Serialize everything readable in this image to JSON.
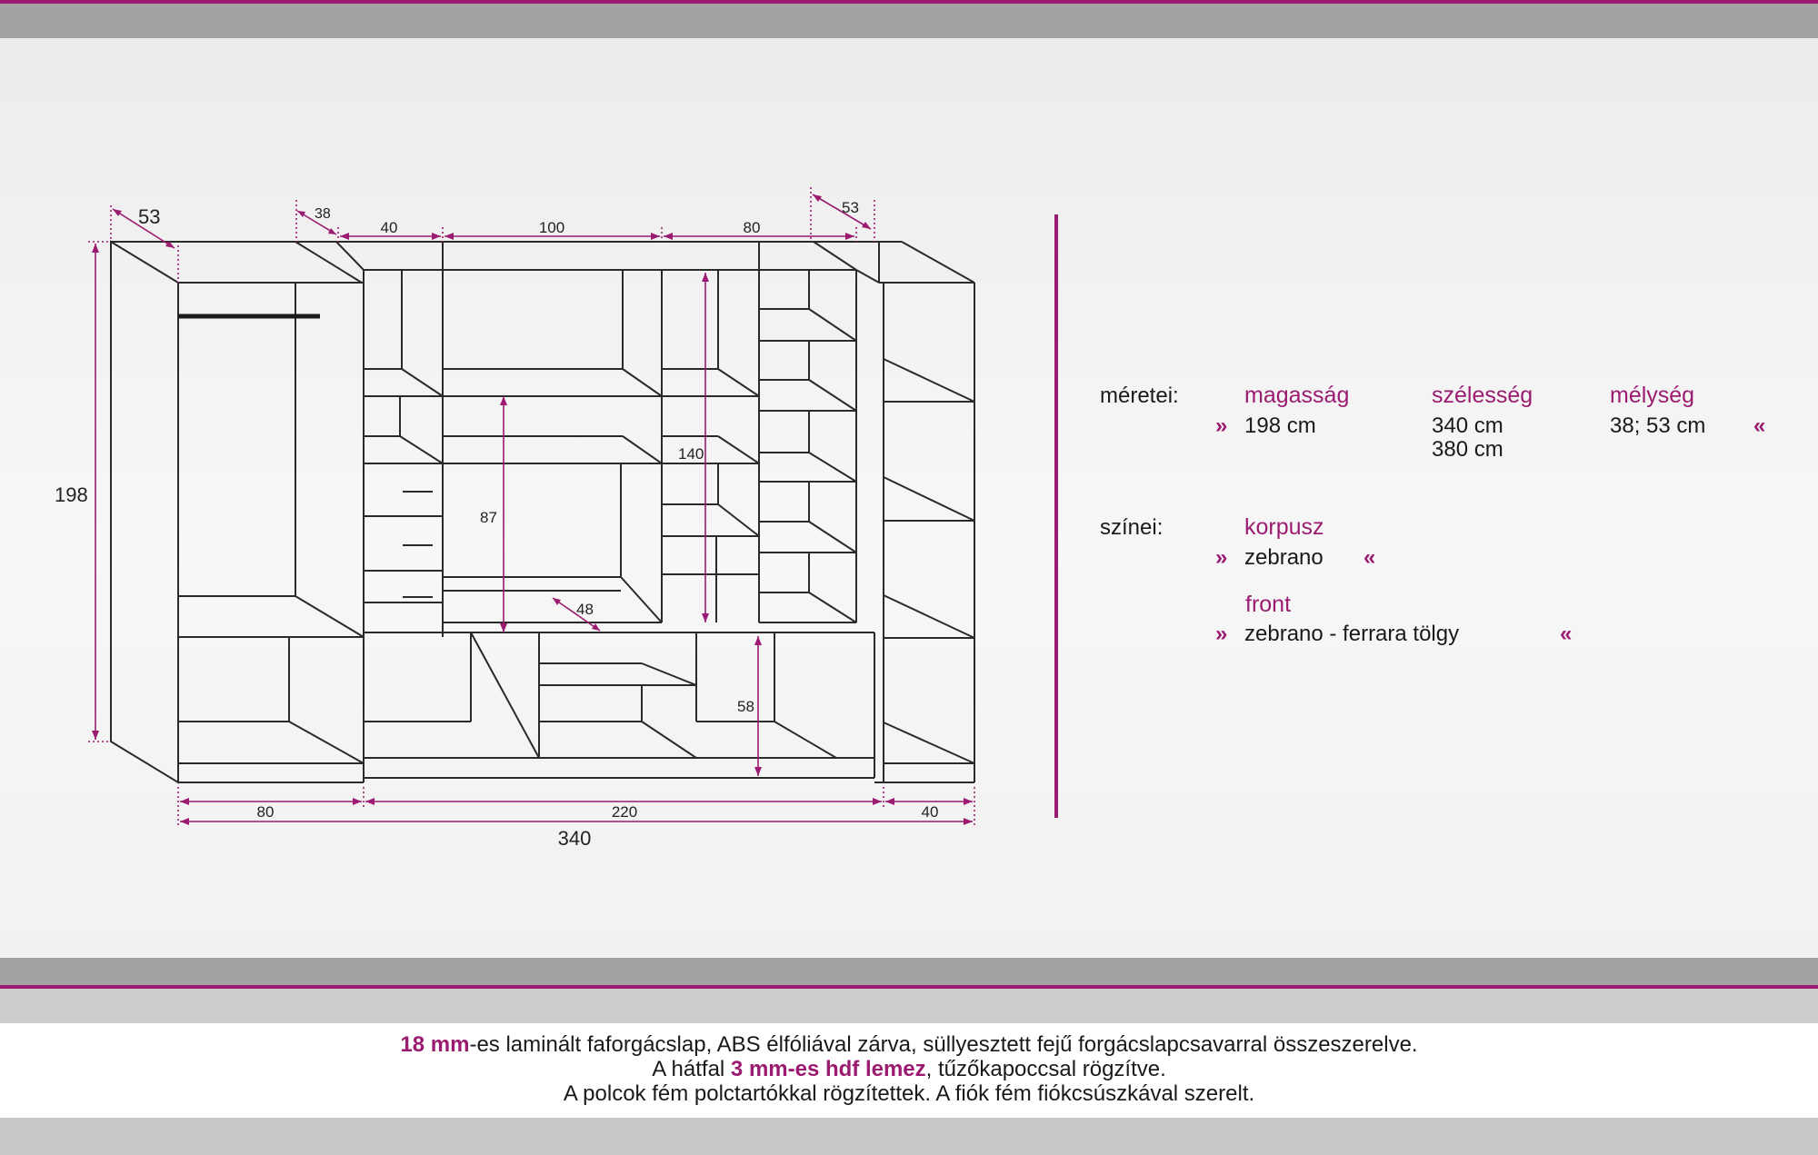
{
  "diagram": {
    "dims": {
      "depth_left": "53",
      "depth_mid": "38",
      "depth_right": "53",
      "top_w1": "40",
      "top_w2": "100",
      "top_w3": "80",
      "height": "198",
      "h87": "87",
      "h140": "140",
      "h58": "58",
      "d48": "48",
      "bottom_w1": "80",
      "bottom_w2": "220",
      "bottom_w3": "40",
      "total_w": "340"
    }
  },
  "specs": {
    "sizes_label": "méretei:",
    "h_header": "magasság",
    "h_value": "198  cm",
    "w_header": "szélesség",
    "w_value1": "340  cm",
    "w_value2": "380  cm",
    "d_header": "mélység",
    "d_value": "38; 53  cm",
    "colors_label": "színei:",
    "body_header": "korpusz",
    "body_value": "zebrano",
    "front_header": "front",
    "front_value": "zebrano  -  ferrara tölgy",
    "open_mark": "»",
    "close_mark": "«"
  },
  "notes": {
    "line1_bold": "18 mm",
    "line1_rest": "-es laminált faforgácslap, ABS élfóliával zárva, süllyesztett fejű forgácslapcsavarral összeszerelve.",
    "line2_pre": "A hátfal ",
    "line2_bold": "3 mm-es hdf lemez",
    "line2_rest": ", tűzőkapoccsal rögzítve.",
    "line3": "A polcok fém polctartókkal rögzítettek. A fiók fém fiókcsúszkával szerelt."
  },
  "colors": {
    "accent": "#9b1b71",
    "band_gray": "#a3a3a3"
  }
}
